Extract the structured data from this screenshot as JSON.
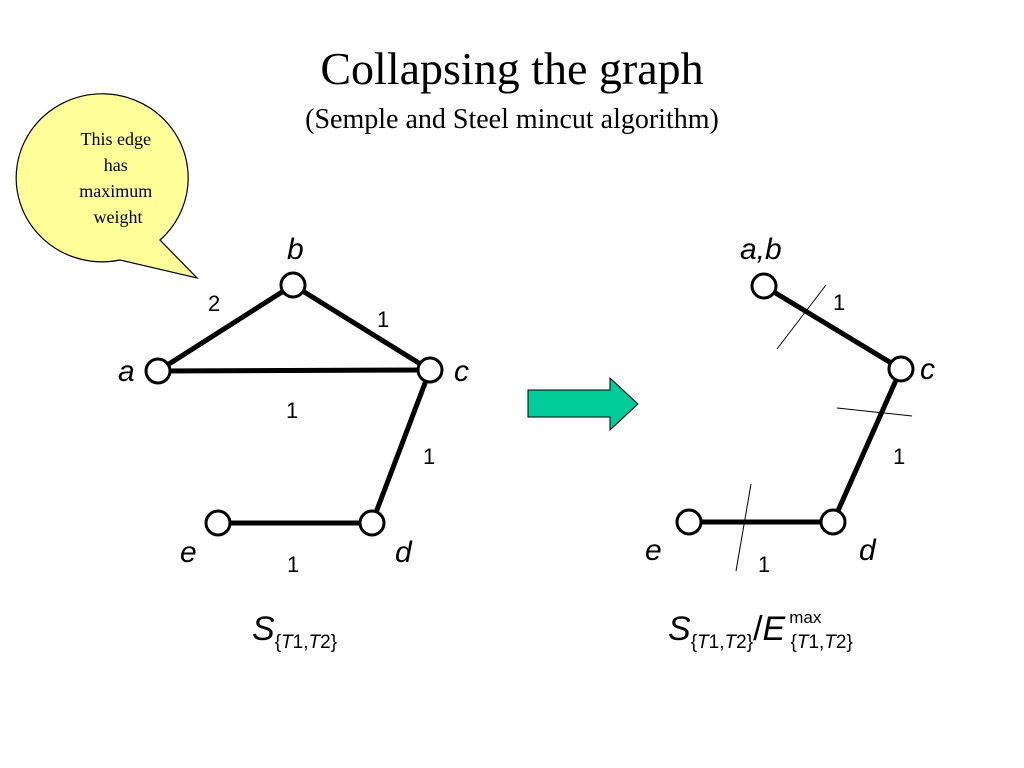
{
  "slide": {
    "title": "Collapsing the graph",
    "subtitle": "(Semple and Steel mincut algorithm)"
  },
  "callout": {
    "lines": [
      "This edge",
      "has",
      "maximum",
      "weight"
    ],
    "fill": "#ffff99"
  },
  "left_graph": {
    "nodes": {
      "a": "a",
      "b": "b",
      "c": "c",
      "d": "d",
      "e": "e"
    },
    "edge_weights": {
      "a_b": "2",
      "b_c": "1",
      "a_c": "1",
      "c_d": "1",
      "e_d": "1"
    },
    "formula": {
      "S": "S",
      "open": "{",
      "T": "T",
      "one": "1",
      "comma": ",",
      "two": "2",
      "close": "}"
    }
  },
  "arrow": {
    "color": "#00cc99"
  },
  "right_graph": {
    "nodes": {
      "ab": "a,b",
      "c": "c",
      "d": "d",
      "e": "e"
    },
    "edge_weights": {
      "ab_c": "1",
      "c_d": "1",
      "e_d": "1"
    },
    "formula": {
      "S": "S",
      "open": "{",
      "T": "T",
      "one": "1",
      "comma": ",",
      "two": "2",
      "close": "}",
      "slash": "/",
      "E": "E",
      "max": "max"
    }
  }
}
